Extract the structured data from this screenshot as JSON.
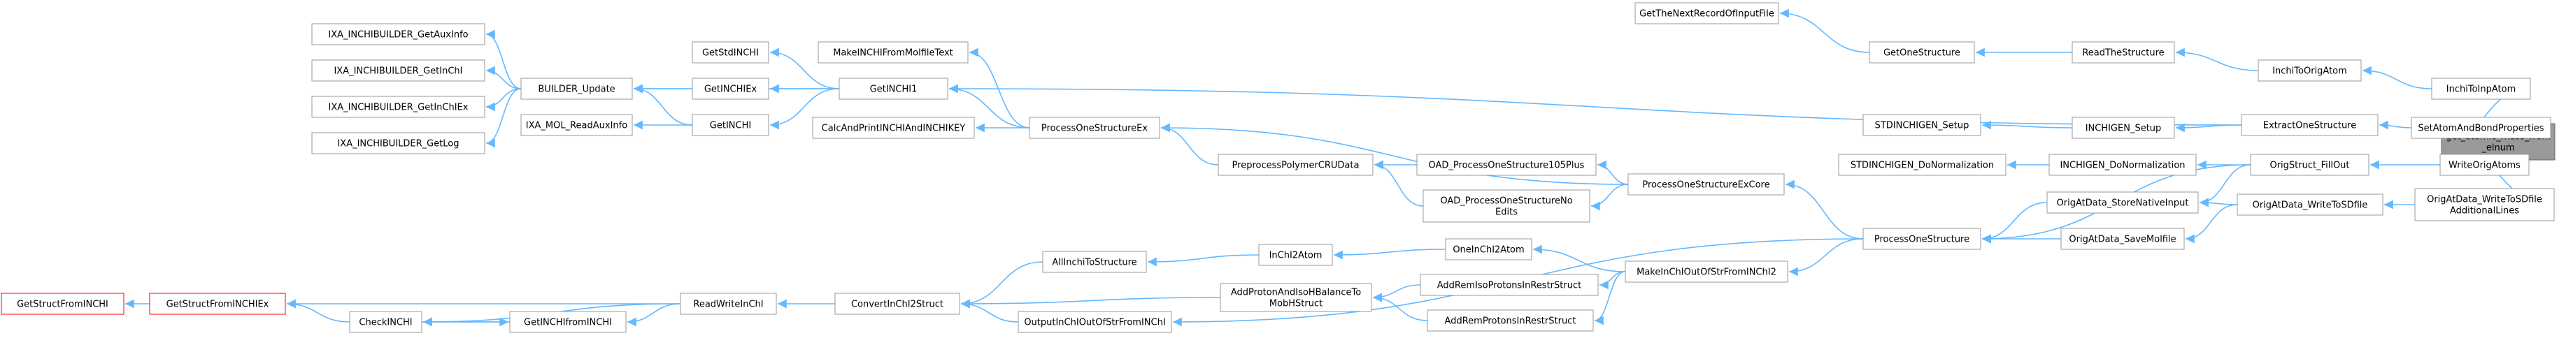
{
  "diagram": {
    "nodes": [
      {
        "id": "get_atomic_mass_from_elnum",
        "label": [
          "get_atomic_mass_from",
          "_elnum"
        ],
        "style": "root"
      },
      {
        "id": "IXA_INCHIBUILDER_GetAuxInfo",
        "label": [
          "IXA_INCHIBUILDER_GetAuxInfo"
        ]
      },
      {
        "id": "IXA_INCHIBUILDER_GetInChI",
        "label": [
          "IXA_INCHIBUILDER_GetInChI"
        ]
      },
      {
        "id": "IXA_INCHIBUILDER_GetInChIEx",
        "label": [
          "IXA_INCHIBUILDER_GetInChIEx"
        ]
      },
      {
        "id": "IXA_INCHIBUILDER_GetLog",
        "label": [
          "IXA_INCHIBUILDER_GetLog"
        ]
      },
      {
        "id": "BUILDER_Update",
        "label": [
          "BUILDER_Update"
        ]
      },
      {
        "id": "IXA_MOL_ReadAuxInfo",
        "label": [
          "IXA_MOL_ReadAuxInfo"
        ]
      },
      {
        "id": "GetStdINCHI",
        "label": [
          "GetStdINCHI"
        ]
      },
      {
        "id": "GetINCHIEx",
        "label": [
          "GetINCHIEx"
        ]
      },
      {
        "id": "GetINCHI",
        "label": [
          "GetINCHI"
        ]
      },
      {
        "id": "MakeINCHIFromMolfileText",
        "label": [
          "MakeINCHIFromMolfileText"
        ]
      },
      {
        "id": "GetINCHI1",
        "label": [
          "GetINCHI1"
        ]
      },
      {
        "id": "CalcAndPrintINCHIAndINCHIKEY",
        "label": [
          "CalcAndPrintINCHIAndINCHIKEY"
        ]
      },
      {
        "id": "ProcessOneStructureEx",
        "label": [
          "ProcessOneStructureEx"
        ]
      },
      {
        "id": "PreprocessPolymerCRUData",
        "label": [
          "PreprocessPolymerCRUData"
        ]
      },
      {
        "id": "OAD_ProcessOneStructure105Plus",
        "label": [
          "OAD_ProcessOneStructure105Plus"
        ]
      },
      {
        "id": "OAD_ProcessOneStructureNoEdits",
        "label": [
          "OAD_ProcessOneStructureNo",
          "Edits"
        ]
      },
      {
        "id": "ProcessOneStructureExCore",
        "label": [
          "ProcessOneStructureExCore"
        ]
      },
      {
        "id": "GetStructFromINCHI",
        "label": [
          "GetStructFromINCHI"
        ],
        "style": "red"
      },
      {
        "id": "GetStructFromINCHIEx",
        "label": [
          "GetStructFromINCHIEx"
        ],
        "style": "red"
      },
      {
        "id": "CheckINCHI",
        "label": [
          "CheckINCHI"
        ]
      },
      {
        "id": "GetINCHIfromINCHI",
        "label": [
          "GetINCHIfromINCHI"
        ]
      },
      {
        "id": "ReadWriteInChI",
        "label": [
          "ReadWriteInChI"
        ]
      },
      {
        "id": "ConvertInChI2Struct",
        "label": [
          "ConvertInChI2Struct"
        ]
      },
      {
        "id": "AllInchiToStructure",
        "label": [
          "AllInchiToStructure"
        ]
      },
      {
        "id": "InChI2Atom",
        "label": [
          "InChI2Atom"
        ]
      },
      {
        "id": "OneInChI2Atom",
        "label": [
          "OneInChI2Atom"
        ]
      },
      {
        "id": "AddProtonAndIsoHBalanceToMobHStruct",
        "label": [
          "AddProtonAndIsoHBalanceTo",
          "MobHStruct"
        ]
      },
      {
        "id": "AddRemIsoProtonsInRestrStruct",
        "label": [
          "AddRemIsoProtonsInRestrStruct"
        ]
      },
      {
        "id": "AddRemProtonsInRestrStruct",
        "label": [
          "AddRemProtonsInRestrStruct"
        ]
      },
      {
        "id": "OutputInChIOutOfStrFromINChI",
        "label": [
          "OutputInChIOutOfStrFromINChI"
        ]
      },
      {
        "id": "MakeInChIOutOfStrFromINChI2",
        "label": [
          "MakeInChIOutOfStrFromINChI2"
        ]
      },
      {
        "id": "ProcessOneStructure",
        "label": [
          "ProcessOneStructure"
        ]
      },
      {
        "id": "GetTheNextRecordOfInputFile",
        "label": [
          "GetTheNextRecordOfInputFile"
        ]
      },
      {
        "id": "GetOneStructure",
        "label": [
          "GetOneStructure"
        ]
      },
      {
        "id": "ReadTheStructure",
        "label": [
          "ReadTheStructure"
        ]
      },
      {
        "id": "InchiToOrigAtom",
        "label": [
          "InchiToOrigAtom"
        ]
      },
      {
        "id": "InchiToInpAtom",
        "label": [
          "InchiToInpAtom"
        ]
      },
      {
        "id": "STDINCHIGEN_Setup",
        "label": [
          "STDINCHIGEN_Setup"
        ]
      },
      {
        "id": "INCHIGEN_Setup",
        "label": [
          "INCHIGEN_Setup"
        ]
      },
      {
        "id": "ExtractOneStructure",
        "label": [
          "ExtractOneStructure"
        ]
      },
      {
        "id": "SetAtomAndBondProperties",
        "label": [
          "SetAtomAndBondProperties"
        ]
      },
      {
        "id": "STDINCHIGEN_DoNormalization",
        "label": [
          "STDINCHIGEN_DoNormalization"
        ]
      },
      {
        "id": "INCHIGEN_DoNormalization",
        "label": [
          "INCHIGEN_DoNormalization"
        ]
      },
      {
        "id": "OrigStruct_FillOut",
        "label": [
          "OrigStruct_FillOut"
        ]
      },
      {
        "id": "WriteOrigAtoms",
        "label": [
          "WriteOrigAtoms"
        ]
      },
      {
        "id": "OrigAtData_StoreNativeInput",
        "label": [
          "OrigAtData_StoreNativeInput"
        ]
      },
      {
        "id": "OrigAtData_SaveMolfile",
        "label": [
          "OrigAtData_SaveMolfile"
        ]
      },
      {
        "id": "OrigAtData_WriteToSDfile",
        "label": [
          "OrigAtData_WriteToSDfile"
        ]
      },
      {
        "id": "OrigAtData_WriteToSDfileAdditionalLines",
        "label": [
          "OrigAtData_WriteToSDfile",
          "AdditionalLines"
        ]
      }
    ],
    "edges": [
      [
        "IXA_INCHIBUILDER_GetAuxInfo",
        "BUILDER_Update"
      ],
      [
        "IXA_INCHIBUILDER_GetInChI",
        "BUILDER_Update"
      ],
      [
        "IXA_INCHIBUILDER_GetInChIEx",
        "BUILDER_Update"
      ],
      [
        "IXA_INCHIBUILDER_GetLog",
        "BUILDER_Update"
      ],
      [
        "BUILDER_Update",
        "GetINCHIEx"
      ],
      [
        "BUILDER_Update",
        "GetINCHI1"
      ],
      [
        "BUILDER_Update",
        "GetINCHI"
      ],
      [
        "IXA_MOL_ReadAuxInfo",
        "GetINCHI"
      ],
      [
        "GetStdINCHI",
        "GetINCHI1"
      ],
      [
        "GetINCHIEx",
        "GetINCHI1"
      ],
      [
        "GetINCHI",
        "GetINCHI1"
      ],
      [
        "GetINCHI1",
        "ProcessOneStructureEx"
      ],
      [
        "GetINCHI1",
        "ExtractOneStructure"
      ],
      [
        "MakeINCHIFromMolfileText",
        "ProcessOneStructureEx"
      ],
      [
        "CalcAndPrintINCHIAndINCHIKEY",
        "ProcessOneStructureEx"
      ],
      [
        "ProcessOneStructureEx",
        "PreprocessPolymerCRUData"
      ],
      [
        "ProcessOneStructureEx",
        "ProcessOneStructureExCore"
      ],
      [
        "PreprocessPolymerCRUData",
        "OAD_ProcessOneStructure105Plus"
      ],
      [
        "PreprocessPolymerCRUData",
        "OAD_ProcessOneStructureNoEdits"
      ],
      [
        "OAD_ProcessOneStructure105Plus",
        "ProcessOneStructureExCore"
      ],
      [
        "OAD_ProcessOneStructureNoEdits",
        "ProcessOneStructureExCore"
      ],
      [
        "ProcessOneStructureExCore",
        "ProcessOneStructure"
      ],
      [
        "GetStructFromINCHI",
        "GetStructFromINCHIEx"
      ],
      [
        "GetStructFromINCHIEx",
        "CheckINCHI"
      ],
      [
        "GetStructFromINCHIEx",
        "ReadWriteInChI"
      ],
      [
        "CheckINCHI",
        "GetINCHIfromINCHI"
      ],
      [
        "GetINCHIfromINCHI",
        "CheckINCHI"
      ],
      [
        "CheckINCHI",
        "ReadWriteInChI"
      ],
      [
        "GetINCHIfromINCHI",
        "ReadWriteInChI"
      ],
      [
        "ReadWriteInChI",
        "ConvertInChI2Struct"
      ],
      [
        "ConvertInChI2Struct",
        "AllInchiToStructure"
      ],
      [
        "ConvertInChI2Struct",
        "AddProtonAndIsoHBalanceToMobHStruct"
      ],
      [
        "ConvertInChI2Struct",
        "OutputInChIOutOfStrFromINChI"
      ],
      [
        "AllInchiToStructure",
        "InChI2Atom"
      ],
      [
        "InChI2Atom",
        "OneInChI2Atom"
      ],
      [
        "OneInChI2Atom",
        "MakeInChIOutOfStrFromINChI2"
      ],
      [
        "AddProtonAndIsoHBalanceToMobHStruct",
        "AddRemIsoProtonsInRestrStruct"
      ],
      [
        "AddProtonAndIsoHBalanceToMobHStruct",
        "AddRemProtonsInRestrStruct"
      ],
      [
        "AddRemIsoProtonsInRestrStruct",
        "MakeInChIOutOfStrFromINChI2"
      ],
      [
        "AddRemProtonsInRestrStruct",
        "MakeInChIOutOfStrFromINChI2"
      ],
      [
        "MakeInChIOutOfStrFromINChI2",
        "ProcessOneStructure"
      ],
      [
        "OutputInChIOutOfStrFromINChI",
        "ProcessOneStructure"
      ],
      [
        "ProcessOneStructure",
        "OrigAtData_StoreNativeInput"
      ],
      [
        "ProcessOneStructure",
        "OrigAtData_SaveMolfile"
      ],
      [
        "ProcessOneStructure",
        "OrigStruct_FillOut"
      ],
      [
        "OrigAtData_StoreNativeInput",
        "OrigStruct_FillOut"
      ],
      [
        "OrigAtData_StoreNativeInput",
        "OrigAtData_WriteToSDfile"
      ],
      [
        "OrigAtData_SaveMolfile",
        "OrigAtData_WriteToSDfile"
      ],
      [
        "GetTheNextRecordOfInputFile",
        "GetOneStructure"
      ],
      [
        "GetOneStructure",
        "ReadTheStructure"
      ],
      [
        "ReadTheStructure",
        "InchiToOrigAtom"
      ],
      [
        "InchiToOrigAtom",
        "InchiToInpAtom"
      ],
      [
        "InchiToInpAtom",
        "get_atomic_mass_from_elnum"
      ],
      [
        "STDINCHIGEN_Setup",
        "INCHIGEN_Setup"
      ],
      [
        "INCHIGEN_Setup",
        "ExtractOneStructure"
      ],
      [
        "ExtractOneStructure",
        "SetAtomAndBondProperties"
      ],
      [
        "SetAtomAndBondProperties",
        "get_atomic_mass_from_elnum"
      ],
      [
        "STDINCHIGEN_DoNormalization",
        "INCHIGEN_DoNormalization"
      ],
      [
        "INCHIGEN_DoNormalization",
        "OrigStruct_FillOut"
      ],
      [
        "OrigStruct_FillOut",
        "WriteOrigAtoms"
      ],
      [
        "WriteOrigAtoms",
        "get_atomic_mass_from_elnum"
      ],
      [
        "OrigAtData_WriteToSDfile",
        "OrigAtData_WriteToSDfileAdditionalLines"
      ],
      [
        "OrigAtData_WriteToSDfileAdditionalLines",
        "get_atomic_mass_from_elnum"
      ]
    ]
  }
}
